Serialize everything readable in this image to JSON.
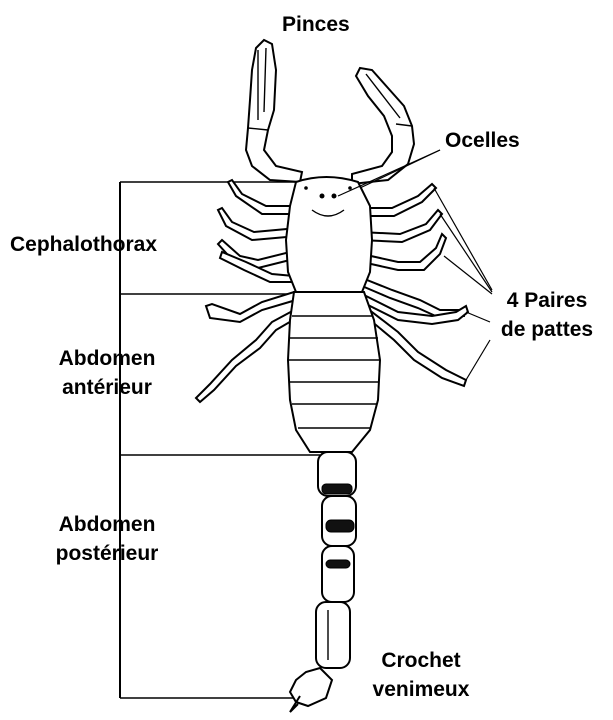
{
  "labels": {
    "pinces": "Pinces",
    "ocelles": "Ocelles",
    "cephalothorax": "Cephalothorax",
    "pattes_line1": "4 Paires",
    "pattes_line2": "de pattes",
    "abdomen_ant_line1": "Abdomen",
    "abdomen_ant_line2": "antérieur",
    "abdomen_post_line1": "Abdomen",
    "abdomen_post_line2": "postérieur",
    "crochet_line1": "Crochet",
    "crochet_line2": "venimeux"
  }
}
